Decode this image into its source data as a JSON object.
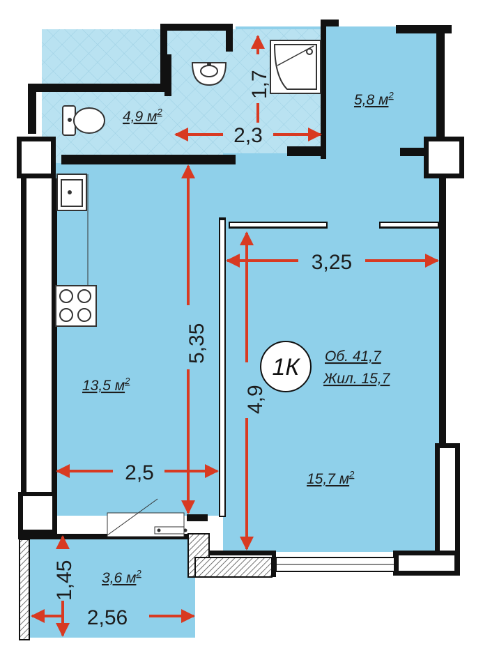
{
  "apartment": {
    "type_badge": "1К",
    "total_area_label": "Об. 41,7",
    "living_area_label": "Жил. 15,7"
  },
  "rooms": {
    "bathroom": "4,9 м",
    "hall": "5,8 м",
    "kitchen": "13,5 м",
    "bedroom": "15,7 м",
    "balcony": "3,6 м"
  },
  "area_unit_superscript": "2",
  "dimensions": {
    "bath_height": "1,7",
    "bath_width": "2,3",
    "kitchen_length": "5,35",
    "kitchen_width": "2,5",
    "room_width": "3,25",
    "room_length": "4,9",
    "balcony_depth": "1,45",
    "balcony_width": "2,56"
  },
  "colors": {
    "floor": "#8fd0ea",
    "bathroom_floor": "#b9e2f1",
    "wall": "#111111",
    "dimension_arrow": "#d83a22",
    "background": "#ffffff"
  }
}
